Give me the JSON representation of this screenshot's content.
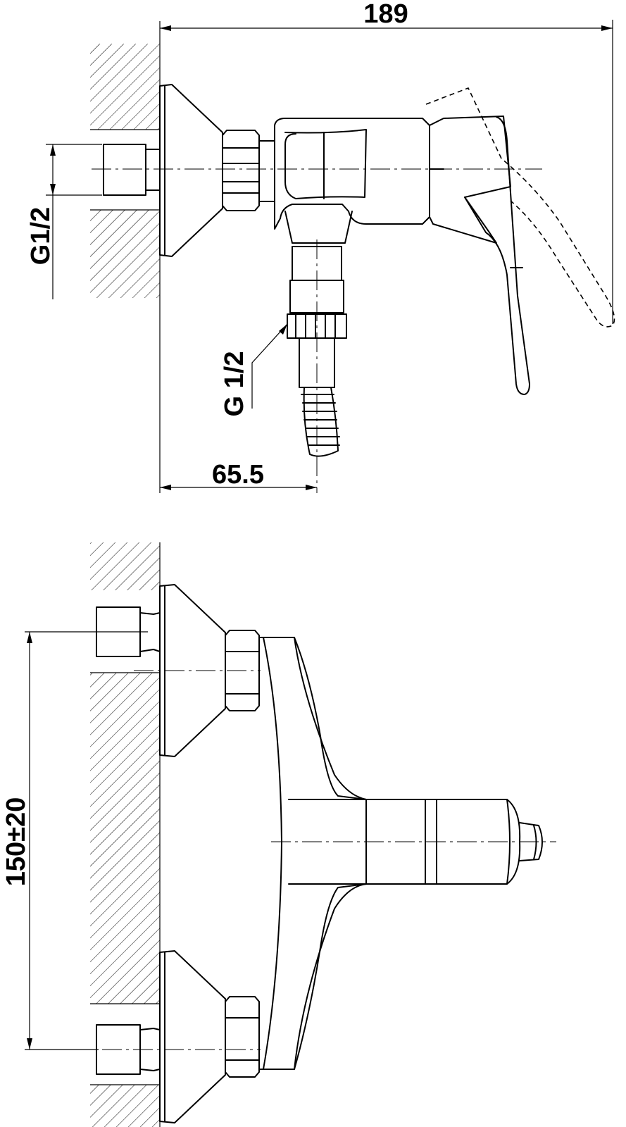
{
  "top_view": {
    "dim_width": "189",
    "dim_inlet_thread": "G1/2",
    "dim_outlet_thread": "G 1/2",
    "dim_offset": "65.5"
  },
  "front_view": {
    "dim_center_distance": "150±20"
  }
}
